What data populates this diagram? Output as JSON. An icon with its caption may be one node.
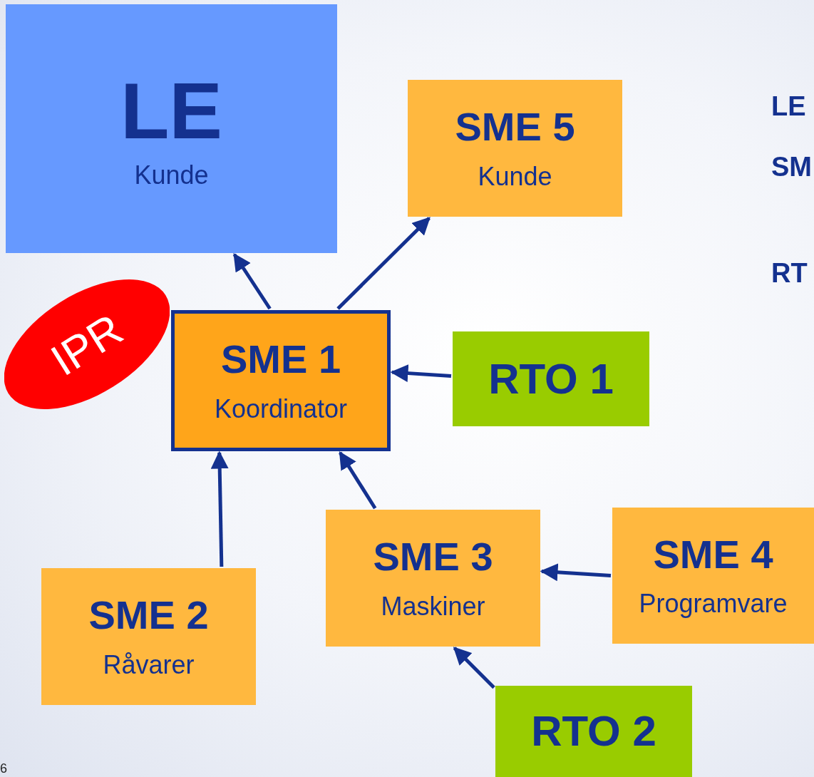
{
  "diagram": {
    "nodes": [
      {
        "text": [
          "LE",
          "Kunde"
        ]
      },
      {
        "text": [
          "SME 5",
          "Kunde"
        ]
      },
      {
        "text": [
          "IPR"
        ]
      },
      {
        "text": [
          "SME 1",
          "Koordinator"
        ]
      },
      {
        "text": [
          "RTO 1"
        ]
      },
      {
        "text": [
          "SME 3",
          "Maskiner"
        ]
      },
      {
        "text": [
          "SME 4",
          "Programvare"
        ]
      },
      {
        "text": [
          "SME 2",
          "Råvarer"
        ]
      },
      {
        "text": [
          "RTO 2"
        ]
      }
    ],
    "edges": [
      {
        "from": 3,
        "to": 0,
        "arrow": "to"
      },
      {
        "from": 3,
        "to": 1,
        "arrow": "to"
      },
      {
        "from": 4,
        "to": 3,
        "arrow": "to"
      },
      {
        "from": 7,
        "to": 3,
        "arrow": "to"
      },
      {
        "from": 5,
        "to": 3,
        "arrow": "to"
      },
      {
        "from": 6,
        "to": 5,
        "arrow": "to"
      },
      {
        "from": 8,
        "to": 5,
        "arrow": "to"
      }
    ],
    "labels": [
      "LE",
      "SM",
      "RT",
      "6"
    ]
  }
}
